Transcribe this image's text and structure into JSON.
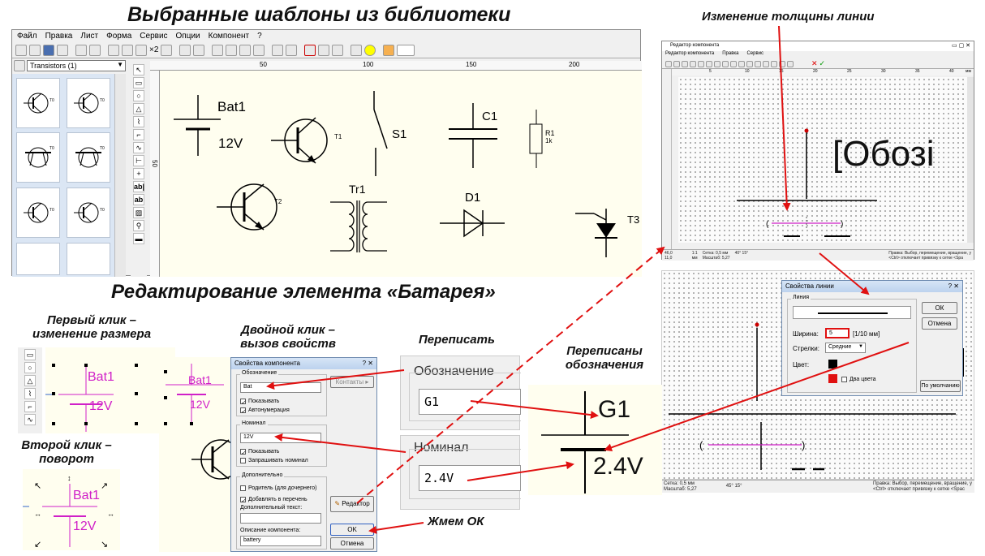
{
  "headings": {
    "top_title": "Выбранные шаблоны из библиотеки",
    "middle_title": "Редактирование элемента «Батарея»",
    "line_width": "Изменение толщины линии",
    "first_click_1": "Первый клик –",
    "first_click_2": "изменение размера",
    "second_click_1": "Второй клик –",
    "second_click_2": "поворот",
    "double_click_1": "Двойной клик –",
    "double_click_2": "вызов свойств",
    "rewrite": "Переписать",
    "rewritten_1": "Переписаны",
    "rewritten_2": "обозначения",
    "press_ok": "Жмем ОК"
  },
  "main_window": {
    "menu": [
      "Файл",
      "Правка",
      "Лист",
      "Форма",
      "Сервис",
      "Опции",
      "Компонент",
      "?"
    ],
    "library_select": "Transistors (1)",
    "ruler_top": [
      "50",
      "100",
      "150",
      "200"
    ],
    "ruler_left": "50",
    "toolbar_zoom": "×2",
    "components": {
      "bat_label": "Bat1",
      "bat_value": "12V",
      "t1": "T1",
      "t2": "T2",
      "s1": "S1",
      "c1": "C1",
      "r1": "R1",
      "r1_value": "1k",
      "tr1": "Tr1",
      "d1": "D1",
      "t3": "T3"
    },
    "palette_labels": [
      "T0",
      "T0",
      "T0",
      "T0",
      "T0",
      "T0"
    ]
  },
  "editor_window": {
    "title": "Редактор компонента",
    "menu": [
      "Редактор компонента",
      "Правка",
      "Сервис"
    ],
    "ruler": [
      "5",
      "10",
      "15",
      "20",
      "25",
      "30",
      "35",
      "40",
      "мм"
    ],
    "big_text": "[Обозі",
    "status": {
      "coords_1": "46,0",
      "coords_2": "11,0",
      "scale_1": "1:1",
      "scale_2": "мм",
      "grid": "Сетка: 0,5 мм",
      "zoom": "Масштаб: 5,27",
      "angle_1": "40°",
      "angle_2": "15°",
      "hint_1": "Правка: Выбор, перемещение, вращение, у",
      "hint_2": "<Ctrl> отключает привязку к сетке <Spa"
    }
  },
  "line_dialog": {
    "title": "Свойства линии",
    "group": "Линия",
    "width_label": "Ширина:",
    "width_value": "5",
    "width_unit": "[1/10 мм]",
    "arrows_label": "Стрелки:",
    "arrows_value": "Средние",
    "color_label": "Цвет:",
    "two_colors": "Два цвета",
    "ok": "ОК",
    "cancel": "Отмена",
    "default": "По умолчанию",
    "status_grid": "Сетка: 0,5 мм",
    "status_zoom": "Масштаб:",
    "status_zoom_value": "5,27",
    "status_angle_1": "45°",
    "status_angle_2": "15°",
    "status_hint_1": "Правка: Выбор, перемещение, вращение, у",
    "status_hint_2": "<Ctrl> отключает привязку к сетке <Spac"
  },
  "component_dialog": {
    "title": "Свойства компонента",
    "designation_group": "Обозначение",
    "designation_value": "Bat",
    "contacts_button": "Контакты ▸",
    "show": "Показывать",
    "autonum": "Автонумерация",
    "nominal_group": "Номинал",
    "nominal_value": "12V",
    "show2": "Показывать",
    "ask_nominal": "Запрашивать номинал",
    "extra_group": "Дополнительно",
    "parent": "Родитель (для дочернего)",
    "add_list": "Добавлять в перечень",
    "extra_text": "Дополнительный текст:",
    "desc_label": "Описание компонента:",
    "desc_value": "battery",
    "editor_button": "Редактор",
    "ok": "OK",
    "cancel": "Отмена",
    "preview_bat": "Bat1",
    "preview_val": "12V"
  },
  "zoom_panel": {
    "designation": "Обозначение",
    "designation_value": "G1",
    "nominal": "Номинал",
    "nominal_value": "2.4V"
  },
  "result": {
    "label": "G1",
    "value": "2.4V"
  },
  "resize_preview": {
    "label": "Bat1",
    "value": "12V"
  },
  "rotate_preview": {
    "label": "Bat1",
    "value": "12V"
  },
  "colors": {
    "accent_red": "#e01010",
    "magenta": "#d020c8",
    "canvas_cream": "#fffeef"
  }
}
